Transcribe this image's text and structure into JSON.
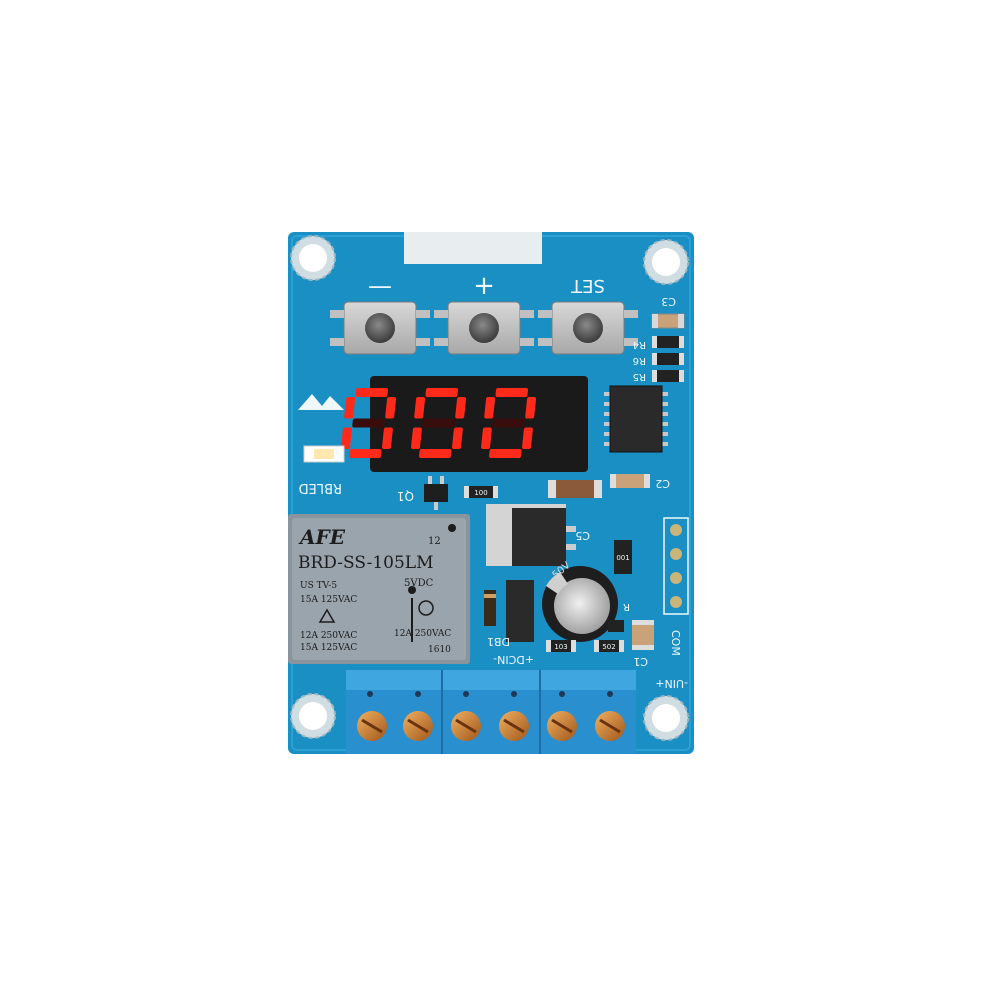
{
  "board": {
    "button_labels": {
      "minus": "—",
      "plus": "+",
      "set": "SET"
    },
    "display_digits": "000",
    "display_color": "#ff2a1a",
    "pcb_color": "#1a8fc4",
    "silkscreen": {
      "c3": "C3",
      "r4": "R4",
      "r6": "R6",
      "r5": "R5",
      "rbled": "RBLED",
      "q1": "Q1",
      "c2": "C2",
      "c5": "C5",
      "com": "COM",
      "db1": "DB1",
      "dcin": "+DCIN-",
      "c1": "C1",
      "uin": "-UIN+",
      "r7": "R",
      "res_code_100": "100",
      "res_code_103": "103",
      "res_code_502": "502",
      "res_code_001": "001"
    },
    "relay": {
      "brand": "AFE",
      "pin": "12",
      "model": "BRD-SS-105LM",
      "cert_left": "US TV-5",
      "coil": "5VDC",
      "rating_1": "15A 125VAC",
      "rating_2": "12A 250VAC",
      "rating_3": "15A 125VAC",
      "rating_4": "12A 250VAC",
      "date_code": "1610"
    },
    "capacitor_label": "50V"
  }
}
